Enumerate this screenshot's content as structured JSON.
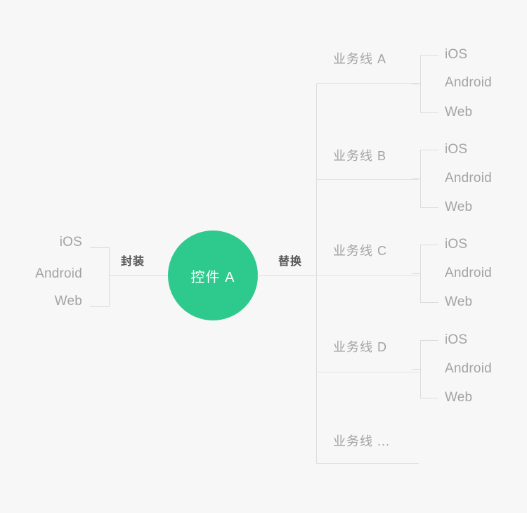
{
  "diagram": {
    "title": "控件 A",
    "background_color": "#f7f7f7",
    "accent_color": "#2ec98c",
    "line_color": "#dcdcdc",
    "text_color": "#a3a3a3",
    "label_color": "#555555",
    "center": {
      "label": "控件 A"
    },
    "left": {
      "relation_label": "封装",
      "platforms": [
        {
          "label": "iOS"
        },
        {
          "label": "Android"
        },
        {
          "label": "Web"
        }
      ]
    },
    "right": {
      "relation_label": "替换",
      "branches": [
        {
          "label": "业务线 A",
          "platforms": [
            {
              "label": "iOS"
            },
            {
              "label": "Android"
            },
            {
              "label": "Web"
            }
          ]
        },
        {
          "label": "业务线 B",
          "platforms": [
            {
              "label": "iOS"
            },
            {
              "label": "Android"
            },
            {
              "label": "Web"
            }
          ]
        },
        {
          "label": "业务线 C",
          "platforms": [
            {
              "label": "iOS"
            },
            {
              "label": "Android"
            },
            {
              "label": "Web"
            }
          ]
        },
        {
          "label": "业务线 D",
          "platforms": [
            {
              "label": "iOS"
            },
            {
              "label": "Android"
            },
            {
              "label": "Web"
            }
          ]
        },
        {
          "label": "业务线 ...",
          "platforms": []
        }
      ]
    }
  }
}
